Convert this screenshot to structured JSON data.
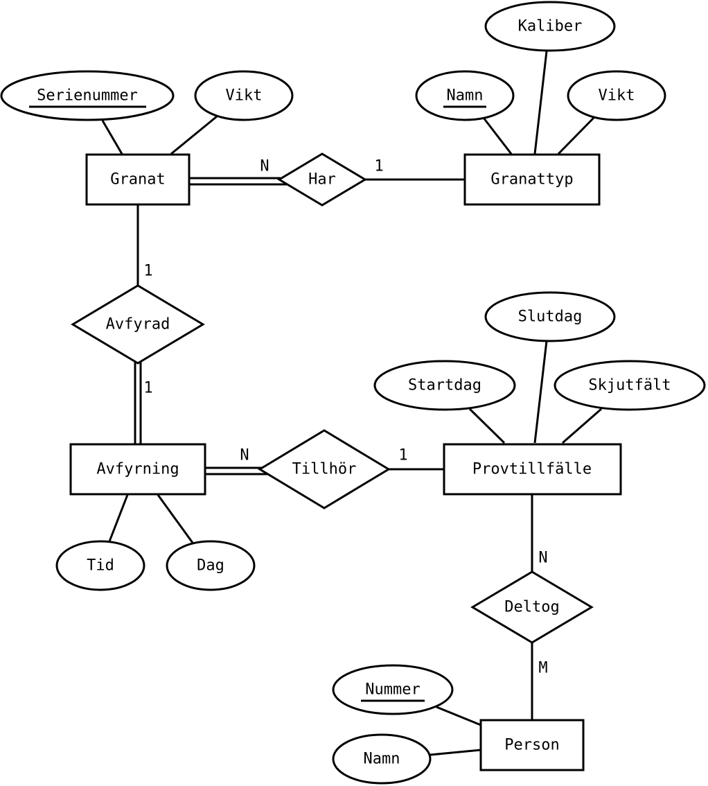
{
  "entities": {
    "granat": "Granat",
    "granattyp": "Granattyp",
    "avfyrning": "Avfyrning",
    "provtillfalle": "Provtillfälle",
    "person": "Person"
  },
  "relationships": {
    "har": "Har",
    "avfyrad": "Avfyrad",
    "tillhor": "Tillhör",
    "deltog": "Deltog"
  },
  "attributes": {
    "serienummer": "Serienummer",
    "granat_vikt": "Vikt",
    "kaliber": "Kaliber",
    "granattyp_namn": "Namn",
    "granattyp_vikt": "Vikt",
    "slutdag": "Slutdag",
    "startdag": "Startdag",
    "skjutfalt": "Skjutfält",
    "tid": "Tid",
    "dag": "Dag",
    "nummer": "Nummer",
    "person_namn": "Namn"
  },
  "cardinalities": {
    "granat_har": "N",
    "har_granattyp": "1",
    "granat_avfyrad": "1",
    "avfyrad_avfyrning": "1",
    "avfyrning_tillhor": "N",
    "tillhor_provtillfalle": "1",
    "provtillfalle_deltog": "N",
    "deltog_person": "M"
  }
}
